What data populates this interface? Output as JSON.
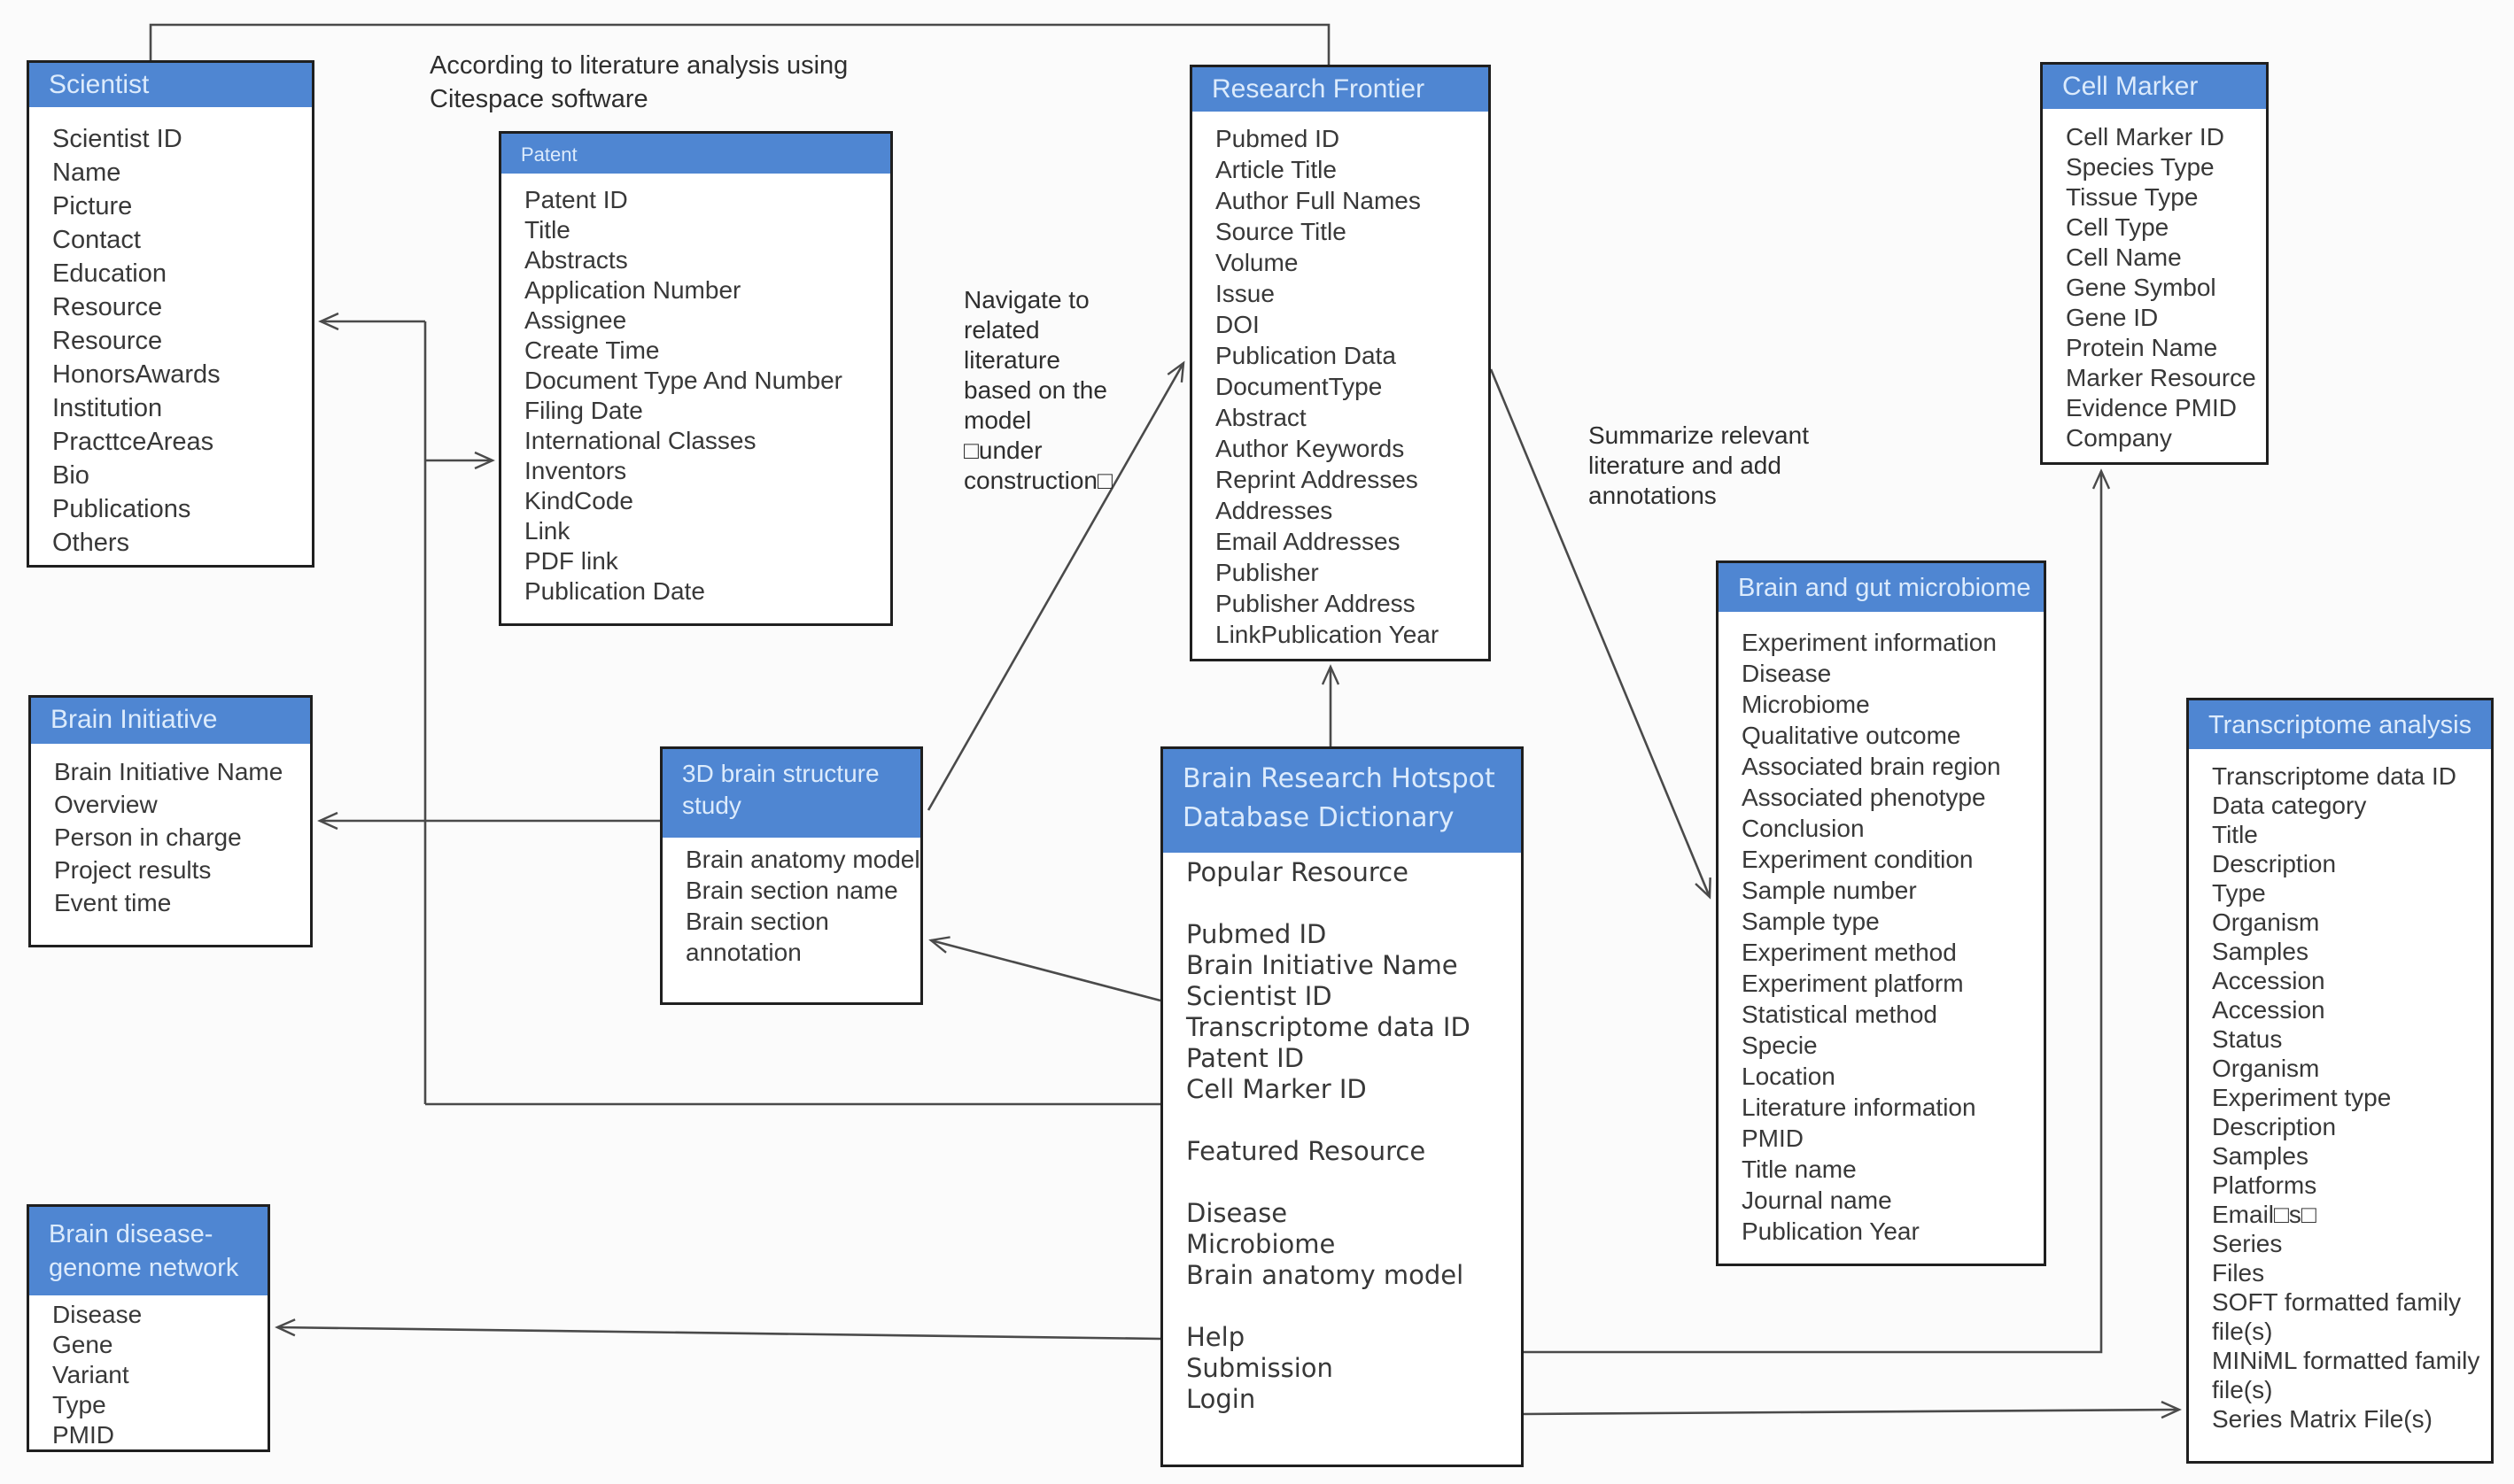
{
  "colors": {
    "header_blue": "#4f86d2",
    "header_text": "#dcebfc",
    "box_border": "#1f1f1f",
    "field_text": "#383838",
    "connector": "#4a4a4a"
  },
  "annotations": {
    "citespace": {
      "lines": [
        "According to literature analysis using",
        "Citespace software"
      ]
    },
    "navigate": {
      "lines": [
        "Navigate to",
        "related",
        "literature",
        "based on the",
        "model",
        "□under",
        "construction□"
      ]
    },
    "summarize": {
      "lines": [
        "Summarize relevant",
        "literature and add",
        "annotations"
      ]
    }
  },
  "entities": {
    "scientist": {
      "title": "Scientist",
      "fields": [
        "Scientist ID",
        "Name",
        "Picture",
        "Contact",
        "Education",
        "Resource",
        "Resource",
        "HonorsAwards",
        "Institution",
        "PracttceAreas",
        "Bio",
        "Publications",
        "Others"
      ]
    },
    "patent": {
      "title": "Patent",
      "fields": [
        "Patent ID",
        "Title",
        "Abstracts",
        "Application Number",
        "Assignee",
        "Create Time",
        "Document Type And Number",
        "Filing Date",
        "International Classes",
        "Inventors",
        "KindCode",
        "Link",
        "PDF link",
        "Publication Date"
      ]
    },
    "research_frontier": {
      "title": "Research Frontier",
      "fields": [
        "Pubmed ID",
        "Article Title",
        "Author Full Names",
        "Source Title",
        "Volume",
        "Issue",
        "DOI",
        "Publication Data",
        "DocumentType",
        "Abstract",
        "Author Keywords",
        "Reprint Addresses",
        "Addresses",
        "Email Addresses",
        "Publisher",
        "Publisher Address",
        "LinkPublication Year"
      ]
    },
    "cell_marker": {
      "title": "Cell Marker",
      "fields": [
        "Cell Marker ID",
        "Species Type",
        "Tissue Type",
        "Cell Type",
        "Cell Name",
        "Gene Symbol",
        "Gene ID",
        "Protein Name",
        "Marker Resource",
        "Evidence PMID",
        "Company"
      ]
    },
    "brain_gut_microbiome": {
      "title": "Brain and gut microbiome",
      "fields": [
        "Experiment information",
        "Disease",
        "Microbiome",
        "Qualitative outcome",
        "Associated brain region",
        "Associated phenotype",
        "Conclusion",
        "Experiment condition",
        "Sample number",
        "Sample type",
        "Experiment method",
        "Experiment platform",
        "Statistical method",
        "Specie",
        "Location",
        "Literature information",
        "PMID",
        "Title name",
        "Journal name",
        "Publication Year"
      ]
    },
    "transcriptome": {
      "title": "Transcriptome analysis",
      "fields": [
        "Transcriptome data ID",
        "Data category",
        "Title",
        "Description",
        "Type",
        "Organism",
        "Samples",
        "Accession",
        "Accession",
        "Status",
        "Organism",
        "Experiment type",
        "Description",
        "Samples",
        "Platforms",
        "Email□s□",
        "Series",
        "Files",
        "SOFT formatted family file(s)",
        "MINiML formatted family file(s)",
        "Series Matrix File(s)"
      ]
    },
    "brain_initiative": {
      "title": "Brain Initiative",
      "fields": [
        "Brain Initiative Name",
        "Overview",
        "Person in charge",
        "Project results",
        "Event time"
      ]
    },
    "brain_3d": {
      "title": "3D brain structure study",
      "fields": [
        "Brain anatomy model",
        "Brain section name",
        "Brain section annotation"
      ]
    },
    "dictionary": {
      "title": "Brain Research Hotspot Database  Dictionary",
      "fields": [
        "Popular Resource",
        "",
        "Pubmed ID",
        "Brain Initiative Name",
        "Scientist ID",
        "Transcriptome data ID",
        "Patent ID",
        "Cell Marker ID",
        "",
        "Featured Resource",
        "",
        "Disease",
        "Microbiome",
        "Brain anatomy model",
        "",
        "Help",
        "Submission",
        "Login"
      ]
    },
    "disease_genome": {
      "title": "Brain disease-genome network",
      "fields": [
        "Disease",
        "Gene",
        "Variant",
        "Type",
        "PMID"
      ]
    }
  }
}
